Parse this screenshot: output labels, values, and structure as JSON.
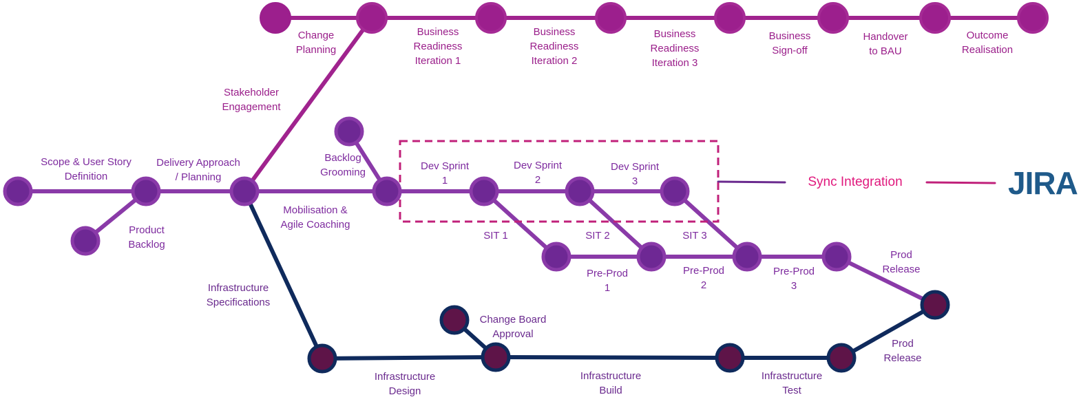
{
  "colors": {
    "magenta_track": "#a0238e",
    "violet_track": "#8a3aa8",
    "navy_track": "#0f2a5c",
    "magenta_node": "#9c1f8d",
    "violet_node": "#6e2894",
    "navy_node": "#5e1448",
    "sync_accent": "#e0197d",
    "jira_blue": "#1f5a8a"
  },
  "labels": {
    "change_planning": "Change\nPlanning",
    "br_iter1": "Business\nReadiness\nIteration 1",
    "br_iter2": "Business\nReadiness\nIteration 2",
    "br_iter3": "Business\nReadiness\nIteration 3",
    "business_signoff": "Business\nSign-off",
    "handover": "Handover\nto BAU",
    "outcome": "Outcome\nRealisation",
    "stakeholder": "Stakeholder\nEngagement",
    "scope": "Scope & User Story\nDefinition",
    "delivery": "Delivery Approach\n/ Planning",
    "product_backlog": "Product\nBacklog",
    "backlog_grooming": "Backlog\nGrooming",
    "mobilisation": "Mobilisation &\nAgile Coaching",
    "dev1": "Dev Sprint\n1",
    "dev2": "Dev Sprint\n2",
    "dev3": "Dev Sprint\n3",
    "sit1": "SIT 1",
    "sit2": "SIT 2",
    "sit3": "SIT 3",
    "preprod1": "Pre-Prod\n1",
    "preprod2": "Pre-Prod\n2",
    "preprod3": "Pre-Prod\n3",
    "prod_release_top": "Prod\nRelease",
    "prod_release_bottom": "Prod\nRelease",
    "infra_spec": "Infrastructure\nSpecifications",
    "change_board": "Change Board\nApproval",
    "infra_design": "Infrastructure\nDesign",
    "infra_build": "Infrastructure\nBuild",
    "infra_test": "Infrastructure\nTest",
    "sync_integration": "Sync Integration",
    "jira_logo": "JIRA"
  }
}
